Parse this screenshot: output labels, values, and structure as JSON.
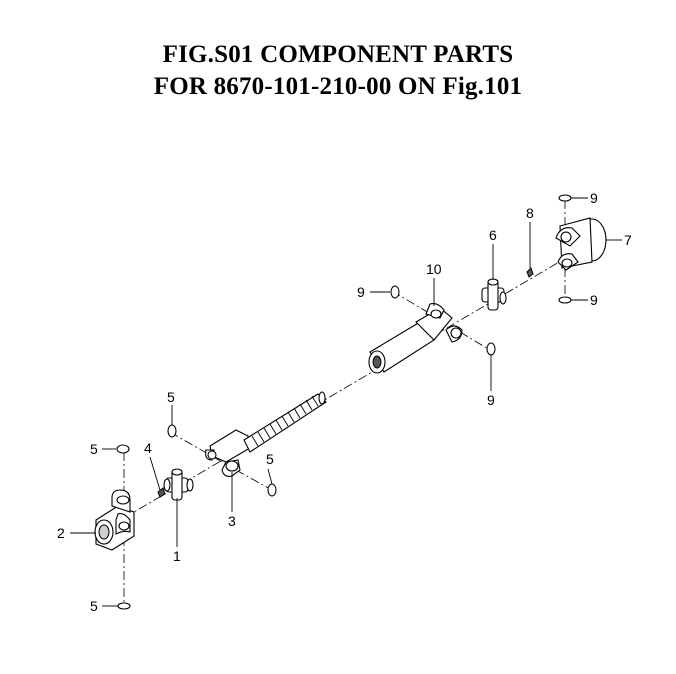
{
  "title": {
    "line1": "FIG.S01  COMPONENT PARTS",
    "line2": "FOR 8670-101-210-00 ON Fig.101"
  },
  "callouts": {
    "c1": "1",
    "c2": "2",
    "c3": "3",
    "c4": "4",
    "c5a": "5",
    "c5b": "5",
    "c5c": "5",
    "c5d": "5",
    "c6": "6",
    "c7": "7",
    "c8": "8",
    "c9a": "9",
    "c9b": "9",
    "c9c": "9",
    "c9d": "9",
    "c10": "10"
  }
}
